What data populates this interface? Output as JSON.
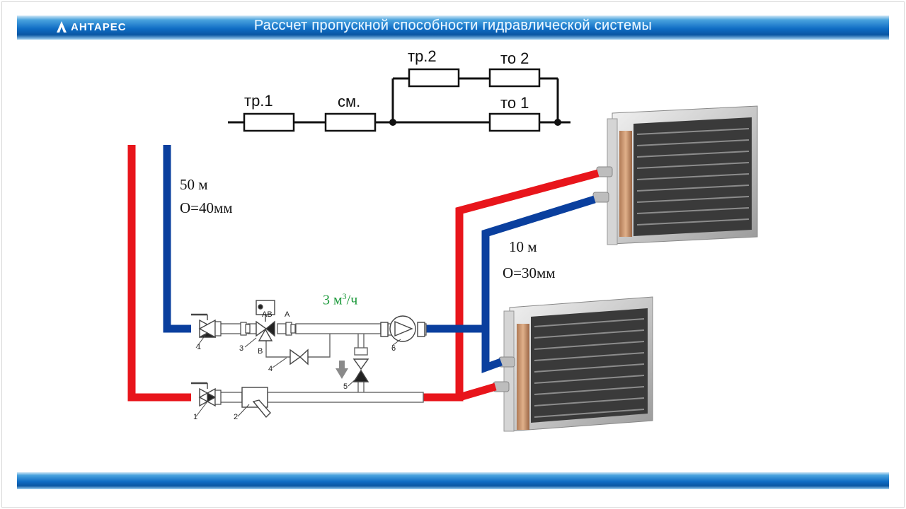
{
  "header": {
    "logo_text": "АНТАРЕС",
    "title": "Рассчет пропускной способности гидравлической системы"
  },
  "schematic": {
    "elements": [
      {
        "id": "tr1",
        "label": "тр.1"
      },
      {
        "id": "sm",
        "label": "см."
      },
      {
        "id": "tr2",
        "label": "тр.2"
      },
      {
        "id": "to2",
        "label": "то 2"
      },
      {
        "id": "to1",
        "label": "то 1"
      }
    ]
  },
  "annotations": {
    "main_length": "50 м",
    "main_diameter": "О=40мм",
    "branch_length": "10 м",
    "branch_diameter": "О=30мм",
    "flow_value": "3 м",
    "flow_exponent": "3",
    "flow_unit": "/ч"
  },
  "unit_labels": {
    "ab": "АВ",
    "a": "А",
    "b": "В",
    "n1_top": "1",
    "n1_bottom": "1",
    "n2": "2",
    "n3": "3",
    "n4": "4",
    "n5": "5",
    "n6": "6"
  },
  "colors": {
    "supply_pipe": "#e8151b",
    "return_pipe": "#0a3f9e",
    "flow_text": "#1e9a3c",
    "header_band": "#0f6cc4"
  }
}
